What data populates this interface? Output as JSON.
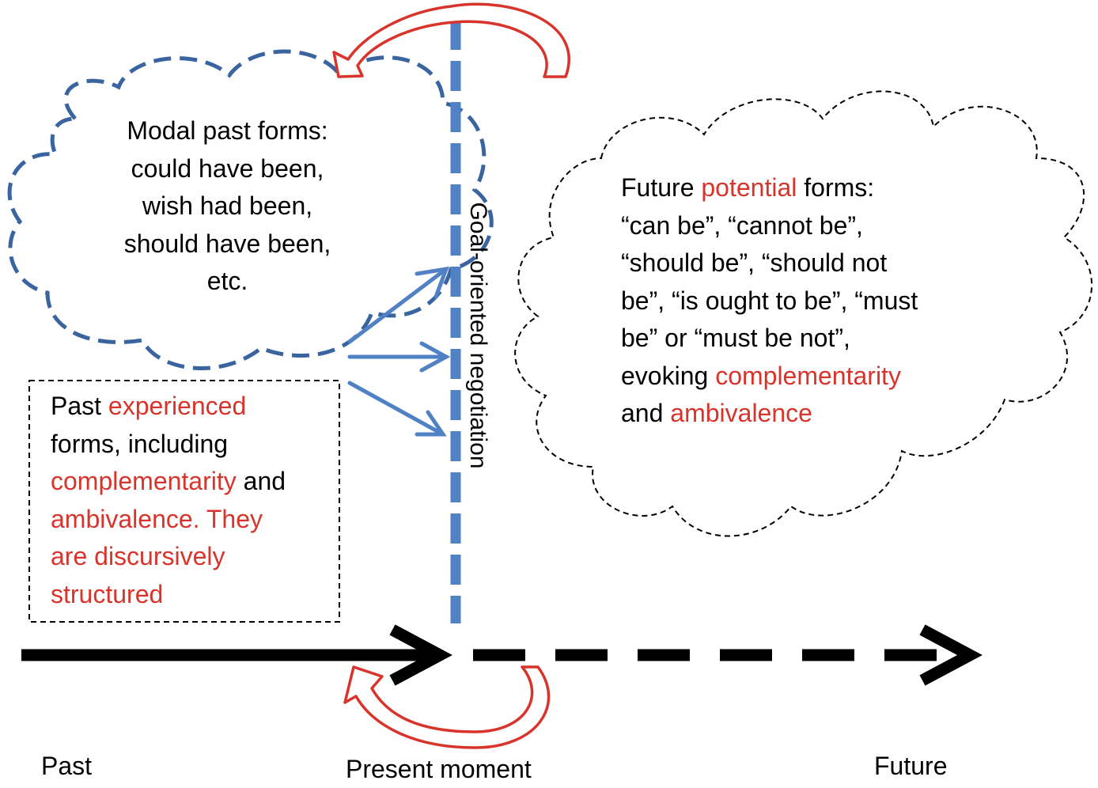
{
  "modal_past_cloud": {
    "lines": [
      "Modal past forms:",
      "could have been,",
      "wish had been,",
      "should have been,",
      "etc."
    ]
  },
  "past_box": {
    "line1_plain": "Past ",
    "line1_red": "experienced",
    "line2": "forms, including",
    "line3_red": "complementarity",
    "line3_plain": " and",
    "line4_red": "ambivalence. They",
    "line5_red": "are discursively",
    "line6_red": "structured"
  },
  "future_cloud": {
    "line1_plain_a": "Future ",
    "line1_red": "potential",
    "line1_plain_b": " forms:",
    "line2": "“can be”, “cannot be”,",
    "line3": "“should be”, “should not",
    "line4": "be”, “is ought to be”, “must",
    "line5": "be” or “must be not”,",
    "line6_plain": "evoking ",
    "line6_red": "complementarity",
    "line7_plain": "and ",
    "line7_red": "ambivalence"
  },
  "vertical_label": "Goal-oriented negotiation",
  "timeline": {
    "past": "Past",
    "present": "Present moment",
    "future": "Future"
  },
  "colors": {
    "blue_dashed": "#4f81c4",
    "cloud_blue": "#3a64a0",
    "red": "#d9342b",
    "black": "#000000"
  }
}
